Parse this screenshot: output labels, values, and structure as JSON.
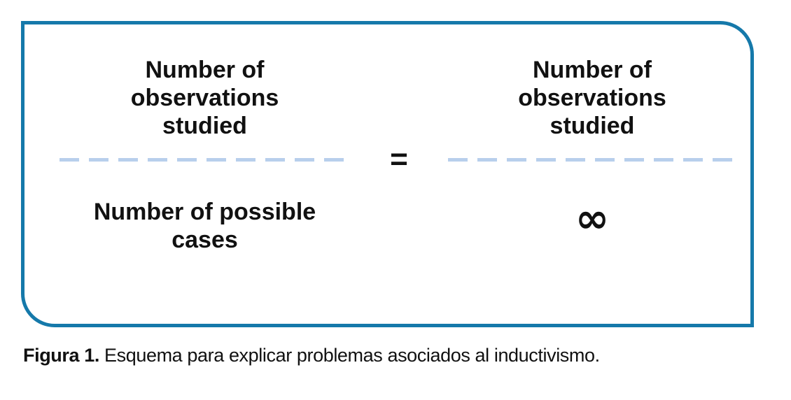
{
  "theme": {
    "border_color": "#1579AA",
    "dash_color": "#B8CFEC",
    "text_color": "#111111"
  },
  "figure": {
    "equation": {
      "left_fraction": {
        "numerator": "Number of observations studied",
        "denominator": "Number of possible cases"
      },
      "equals_sign": "=",
      "right_fraction": {
        "numerator": "Number of observations studied",
        "denominator": "∞"
      }
    }
  },
  "caption": {
    "label": "Figura 1.",
    "text": " Esquema para explicar problemas asociados al inductivismo."
  }
}
